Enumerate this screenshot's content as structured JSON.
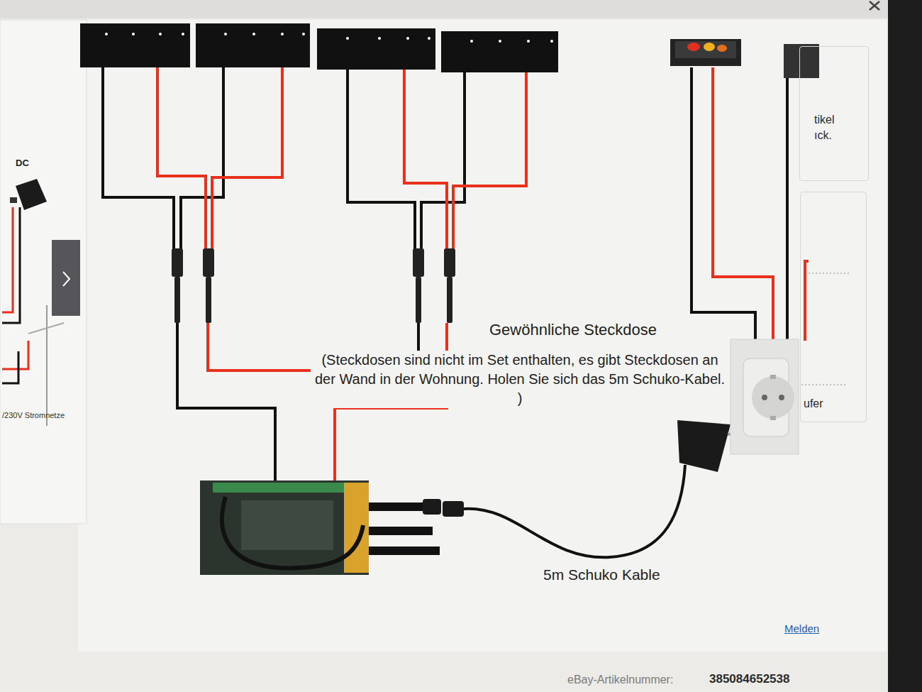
{
  "diagram": {
    "nodes": [
      {
        "text": [
          "tikel ıck."
        ]
      },
      {
        "text": [
          "ufer"
        ]
      }
    ],
    "labels": [
      "DC",
      "/230V Stromnetze",
      "Gewöhnliche Steckdose",
      "(Steckdosen sind nicht im Set enthalten, es gibt Steckdosen an der Wand in der Wohnung. Holen Sie sich das 5m Schuko-Kabel. )",
      "5m Schuko Kable",
      "Melden",
      "eBay-Artikelnummer:",
      "385084652538"
    ]
  }
}
